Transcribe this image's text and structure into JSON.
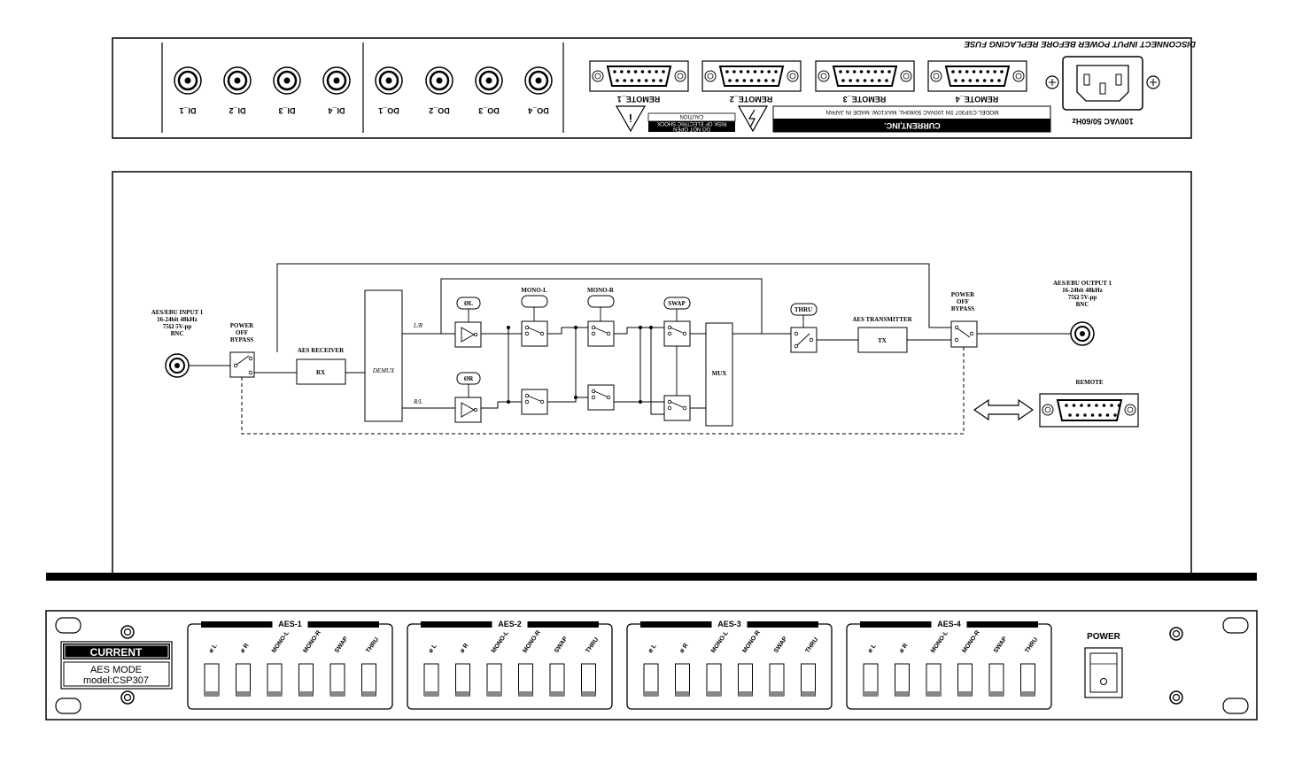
{
  "rear_panel": {
    "warning": "DISCONNECT INPUT POWER BEFORE REPLACING FUSE",
    "power_rating": "100VAC 50/60Hz",
    "bnc_labels": [
      "DI_1",
      "DI_2",
      "DI_3",
      "DI_4",
      "DO_1",
      "DO_2",
      "DO_3",
      "DO_4"
    ],
    "remote_labels": [
      "REMOTE_1",
      "REMOTE_2",
      "REMOTE_3",
      "REMOTE_4"
    ],
    "caution_lines": [
      "CAUTION",
      "RISK OF ELECTRIC SHOCK",
      "DO NOT OPEN"
    ],
    "model_line": "MODEL:CSP307 SN          100VAC 50/60Hz, MAX10W, MADE IN JAPAN",
    "brand_line": "CURRENT,INC."
  },
  "block_diagram": {
    "input": [
      "AES/EBU INPUT 1",
      "16-24bit 48kHz",
      "75Ω 5V-pp",
      "BNC"
    ],
    "bypass_in": [
      "POWER",
      "OFF",
      "BYPASS"
    ],
    "receiver_title": "AES RECEIVER",
    "rx": "RX",
    "demux": "DEMUX",
    "lr": "L/R",
    "rl": "R/L",
    "phase_l": "ØL",
    "phase_r": "ØR",
    "mono_l": "MONO-L",
    "mono_r": "MONO-R",
    "swap": "SWAP",
    "mux": "MUX",
    "thru": "THRU",
    "transmitter_title": "AES TRANSMITTER",
    "tx": "TX",
    "bypass_out": [
      "POWER",
      "OFF",
      "BYPASS"
    ],
    "output": [
      "AES/EBU OUTPUT 1",
      "16-24bit 48kHz",
      "75Ω 5V-pp",
      "BNC"
    ],
    "remote": "REMOTE"
  },
  "front_panel": {
    "brand": "CURRENT",
    "mode": "AES MODE",
    "model": "model:CSP307",
    "groups": [
      "AES-1",
      "AES-2",
      "AES-3",
      "AES-4"
    ],
    "switch_labels": [
      "ø L",
      "ø R",
      "MONO-L",
      "MONO-R",
      "SWAP",
      "THRU"
    ],
    "power": "POWER"
  }
}
